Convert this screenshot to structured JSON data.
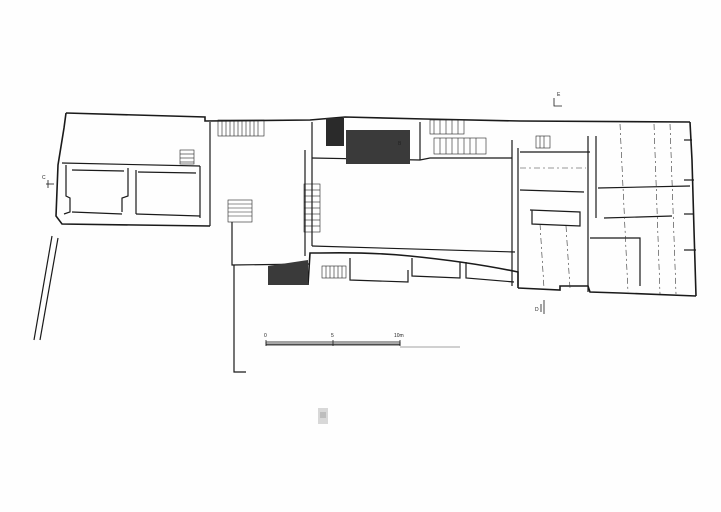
{
  "section_markers": {
    "c": "C",
    "d": "D",
    "e": "E"
  },
  "scale_bar": {
    "ticks": [
      "0",
      "5",
      "10m"
    ]
  },
  "room_marker": "B"
}
